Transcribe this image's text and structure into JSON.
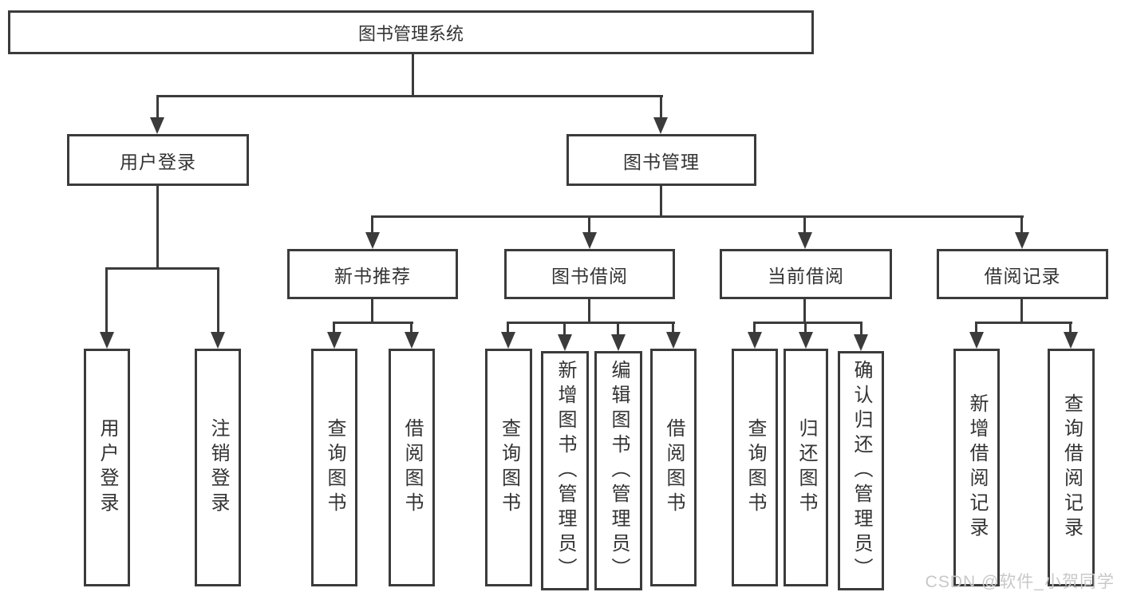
{
  "diagram": {
    "type": "hierarchy-tree",
    "root": {
      "label": "图书管理系统",
      "children": [
        {
          "label": "用户登录",
          "children": [
            {
              "label": "用户登录"
            },
            {
              "label": "注销登录"
            }
          ]
        },
        {
          "label": "图书管理",
          "children": [
            {
              "label": "新书推荐",
              "children": [
                {
                  "label": "查询图书"
                },
                {
                  "label": "借阅图书"
                }
              ]
            },
            {
              "label": "图书借阅",
              "children": [
                {
                  "label": "查询图书"
                },
                {
                  "label": "新增图书（管理员）"
                },
                {
                  "label": "编辑图书（管理员）"
                },
                {
                  "label": "借阅图书"
                }
              ]
            },
            {
              "label": "当前借阅",
              "children": [
                {
                  "label": "查询图书"
                },
                {
                  "label": "归还图书"
                },
                {
                  "label": "确认归还（管理员）"
                }
              ]
            },
            {
              "label": "借阅记录",
              "children": [
                {
                  "label": "新增借阅记录"
                },
                {
                  "label": "查询借阅记录"
                }
              ]
            }
          ]
        }
      ]
    }
  },
  "watermark": {
    "text": "CSDN @软件_小贺同学",
    "color": "#c8c8c8"
  },
  "colors": {
    "line": "#3b3b3b",
    "text": "#333333",
    "background": "#ffffff",
    "watermark": "#c8c8c8"
  }
}
